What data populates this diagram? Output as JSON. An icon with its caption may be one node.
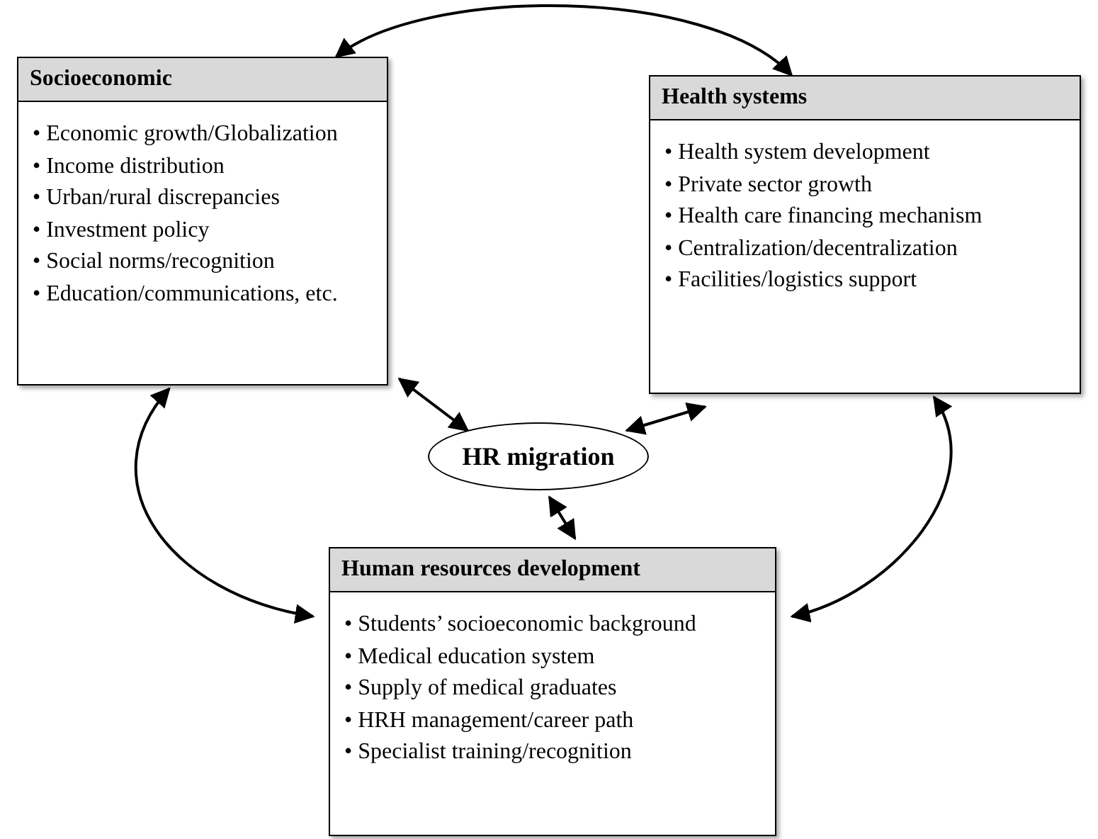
{
  "diagram": {
    "nodes": [
      {
        "text": [
          "Socioeconomic",
          "• Economic growth/Globalization",
          "• Income distribution",
          "• Urban/rural discrepancies",
          "• Investment policy",
          "• Social norms/recognition",
          "• Education/communications, etc."
        ]
      },
      {
        "text": [
          "Health systems",
          "• Health system development",
          "• Private sector growth",
          "• Health care financing mechanism",
          "• Centralization/decentralization",
          "• Facilities/logistics support"
        ]
      },
      {
        "text": [
          "HR migration"
        ]
      },
      {
        "text": [
          "Human resources development",
          "• Students’ socioeconomic background",
          "• Medical education system",
          "• Supply of medical graduates",
          "• HRH management/career path",
          "• Specialist training/recognition"
        ]
      }
    ],
    "edges": [
      {
        "from": 0,
        "to": 1,
        "arrow": "both"
      },
      {
        "from": 0,
        "to": 2,
        "arrow": "both"
      },
      {
        "from": 1,
        "to": 2,
        "arrow": "both"
      },
      {
        "from": 2,
        "to": 3,
        "arrow": "both"
      },
      {
        "from": 0,
        "to": 3,
        "arrow": "both"
      },
      {
        "from": 1,
        "to": 3,
        "arrow": "both"
      }
    ]
  }
}
